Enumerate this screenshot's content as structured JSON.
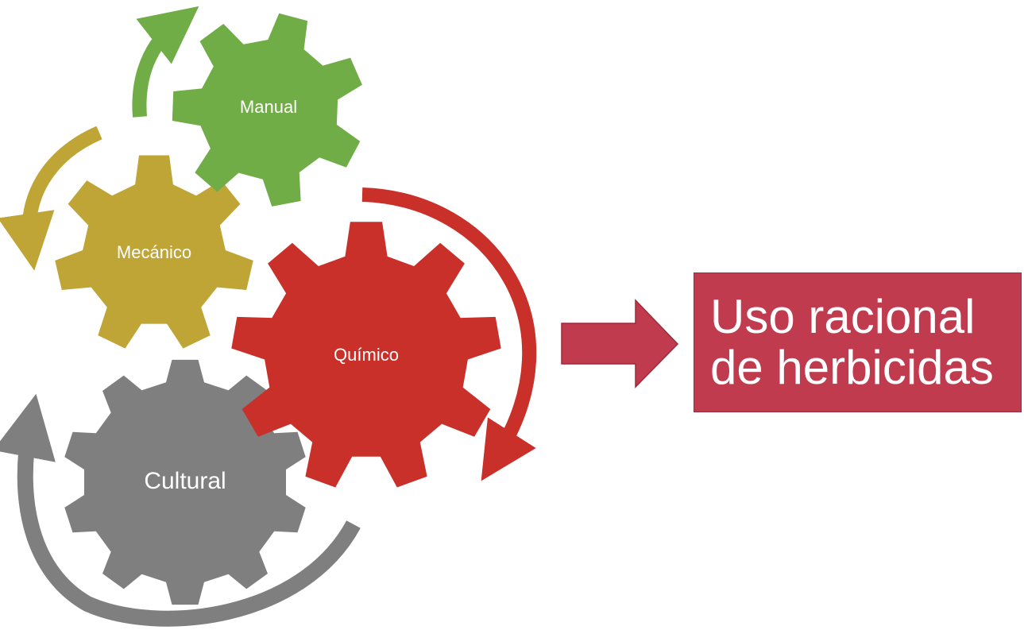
{
  "gears": [
    {
      "id": "manual",
      "label": "Manual",
      "color": "#70ad47"
    },
    {
      "id": "mecanico",
      "label": "Mecánico",
      "color": "#bfa436"
    },
    {
      "id": "quimico",
      "label": "Químico",
      "color": "#c9302a"
    },
    {
      "id": "cultural",
      "label": "Cultural",
      "color": "#7f7f7f"
    }
  ],
  "arrow_color": "#c13b4f",
  "result": {
    "line1": "Uso racional",
    "line2": "de herbicidas",
    "color": "#c13b4f"
  }
}
